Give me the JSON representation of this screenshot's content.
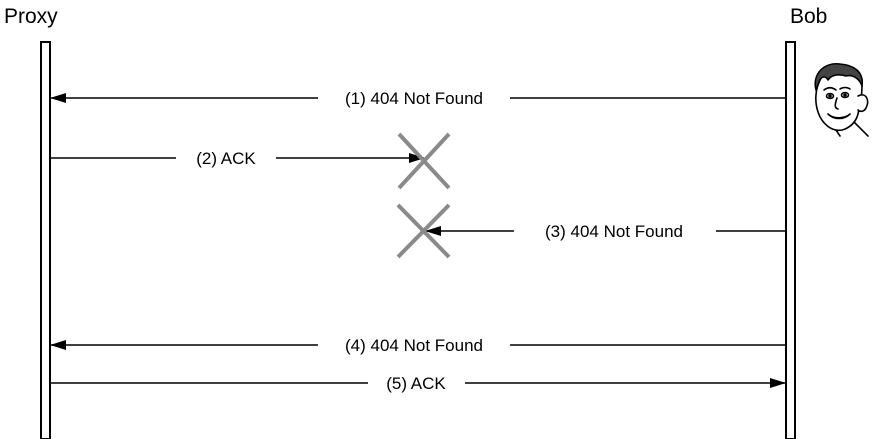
{
  "participants": {
    "left": "Proxy",
    "right": "Bob"
  },
  "messages": [
    {
      "label": "(1) 404 Not Found",
      "direction": "right-to-left",
      "delivered": true
    },
    {
      "label": "(2) ACK",
      "direction": "left-to-right",
      "delivered": false
    },
    {
      "label": "(3) 404 Not Found",
      "direction": "right-to-left",
      "delivered": false
    },
    {
      "label": "(4) 404 Not Found",
      "direction": "right-to-left",
      "delivered": true
    },
    {
      "label": "(5) ACK",
      "direction": "left-to-right",
      "delivered": true
    }
  ],
  "icons": {
    "bob_avatar": "cartoon-face-icon",
    "lost_marker": "x-mark-icon"
  },
  "colors": {
    "line": "#000000",
    "lost_marker": "#8a8a8a",
    "background": "#ffffff"
  }
}
